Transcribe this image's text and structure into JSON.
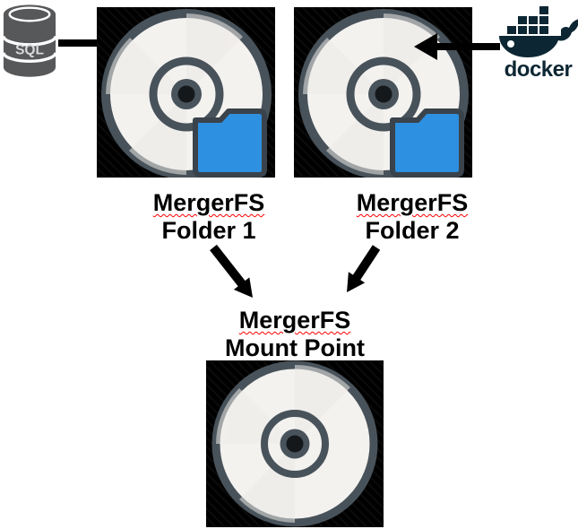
{
  "sources": {
    "sql": {
      "label": "SQL",
      "icon": "sql-database-icon"
    },
    "docker": {
      "label": "docker",
      "icon": "docker-logo-icon"
    }
  },
  "branches": [
    {
      "line1": "MergerFS",
      "line2": "Folder 1"
    },
    {
      "line1": "MergerFS",
      "line2": "Folder 2"
    }
  ],
  "mount": {
    "line1": "MergerFS",
    "line2": "Mount Point"
  },
  "colors": {
    "background": "#ffffff",
    "square_background": "#000000",
    "disc_surface": "#f3f2ef",
    "disc_ring": "#48525a",
    "disc_center": "#15181b",
    "folder_blue": "#2e90e0",
    "folder_border": "#3a434b",
    "arrow": "#000000",
    "sql_gray": "#57585a",
    "docker_navy": "#0d2633",
    "label_text": "#000000",
    "spellcheck_underline": "#ff0000"
  }
}
